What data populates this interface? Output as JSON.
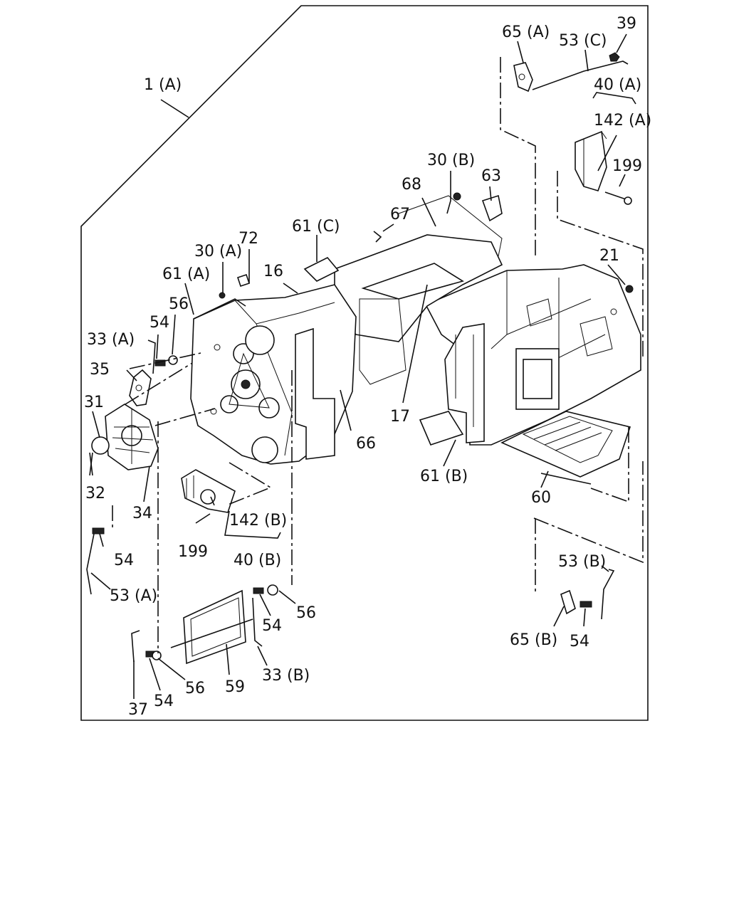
{
  "diagram": {
    "callouts": {
      "c_1A": "1 (A)",
      "c_65A": "65 (A)",
      "c_53C": "53 (C)",
      "c_39": "39",
      "c_40A": "40 (A)",
      "c_142A": "142 (A)",
      "c_199_top": "199",
      "c_30B": "30 (B)",
      "c_63": "63",
      "c_68": "68",
      "c_67": "67",
      "c_61C": "61 (C)",
      "c_72": "72",
      "c_30A": "30 (A)",
      "c_16": "16",
      "c_61A": "61 (A)",
      "c_21": "21",
      "c_56_a": "56",
      "c_54_a": "54",
      "c_33A": "33 (A)",
      "c_35": "35",
      "c_31": "31",
      "c_66": "66",
      "c_17": "17",
      "c_61B": "61 (B)",
      "c_32": "32",
      "c_34": "34",
      "c_60": "60",
      "c_142B": "142 (B)",
      "c_199_b": "199",
      "c_40B": "40 (B)",
      "c_54_b": "54",
      "c_53A": "53 (A)",
      "c_53B": "53 (B)",
      "c_56_b": "56",
      "c_54_c": "54",
      "c_33B": "33 (B)",
      "c_65B": "65 (B)",
      "c_54_d": "54",
      "c_56_c": "56",
      "c_59": "59",
      "c_37": "37",
      "c_54_e": "54"
    }
  }
}
